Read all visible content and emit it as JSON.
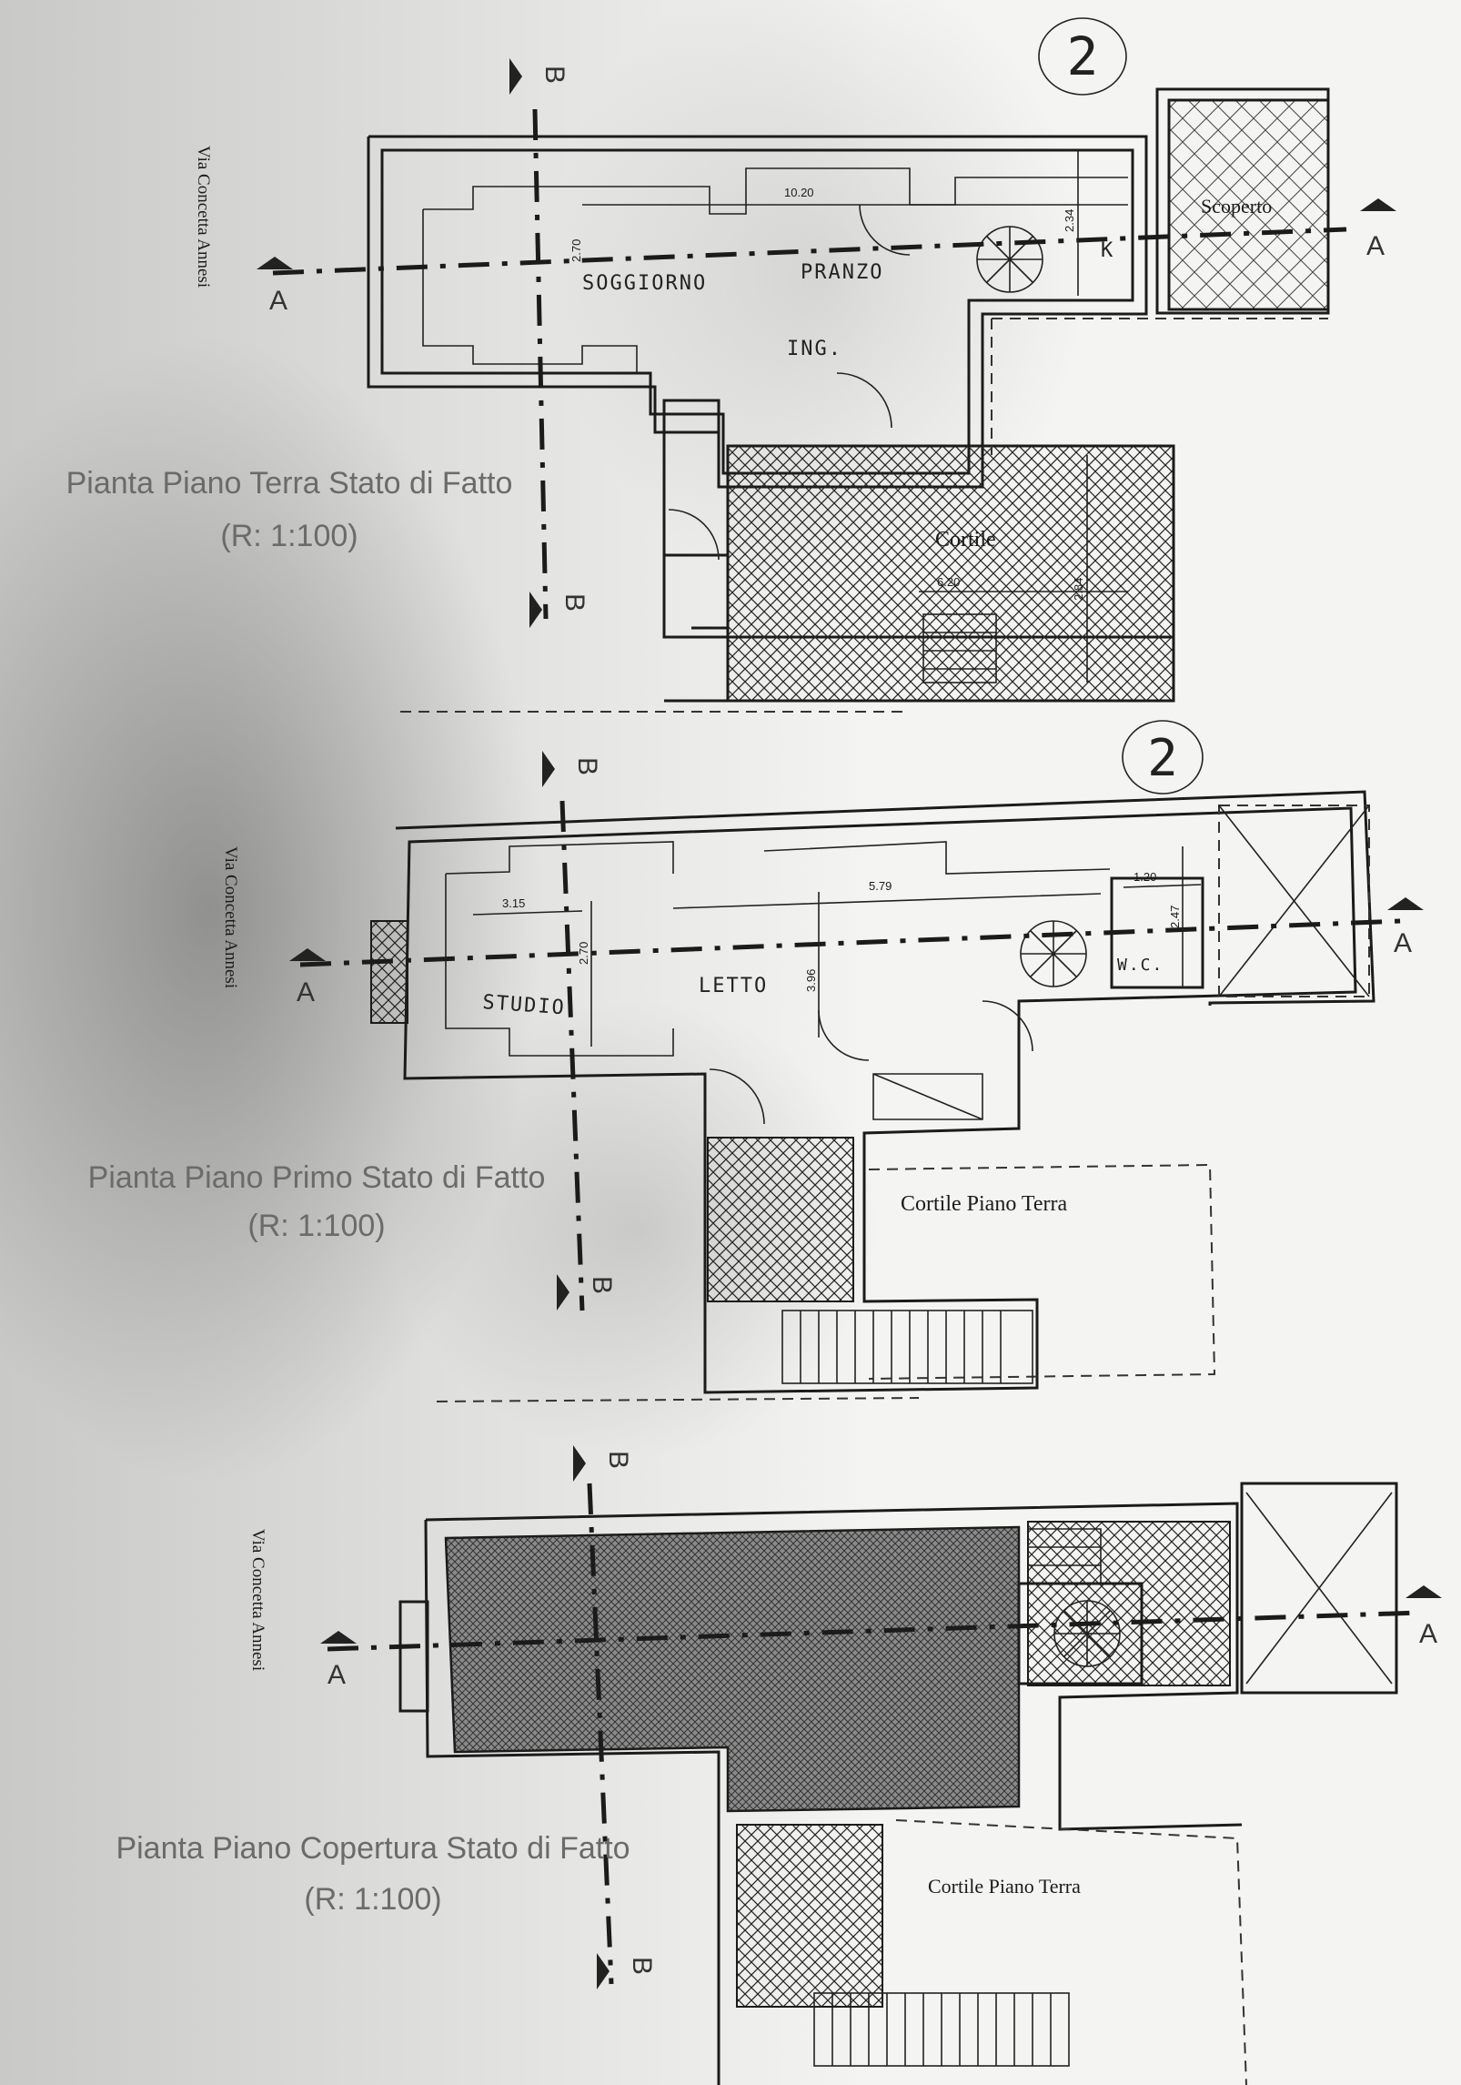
{
  "sheet_number": "2",
  "street_label": "Via Concetta Annesi",
  "section_a": "A",
  "section_b": "B",
  "ground_floor": {
    "title": "Pianta Piano Terra Stato di Fatto",
    "scale": "(R: 1:100)",
    "rooms": {
      "soggiorno": "SOGGIORNO",
      "pranzo": "PRANZO",
      "ingresso": "ING.",
      "kitchen": "K",
      "cortile": "Cortile",
      "scoperto": "Scoperto"
    },
    "dims": {
      "length": "10.20",
      "width": "2.34",
      "living_width": "2.70",
      "cortile_length": "6.20",
      "cortile_width": "2.84"
    }
  },
  "first_floor": {
    "title": "Pianta Piano Primo Stato di Fatto",
    "scale": "(R: 1:100)",
    "rooms": {
      "studio": "STUDIO",
      "letto": "LETTO",
      "wc": "W.C.",
      "cortile": "Cortile Piano Terra"
    },
    "dims": {
      "studio_length": "3.15",
      "letto_length": "5.79",
      "wc_length": "1.20",
      "wc_width": "2.47",
      "letto_width": "3.96",
      "studio_width": "2.70"
    }
  },
  "roof_floor": {
    "title": "Pianta Piano Copertura Stato di Fatto",
    "scale": "(R: 1:100)",
    "rooms": {
      "cortile": "Cortile Piano Terra"
    }
  }
}
